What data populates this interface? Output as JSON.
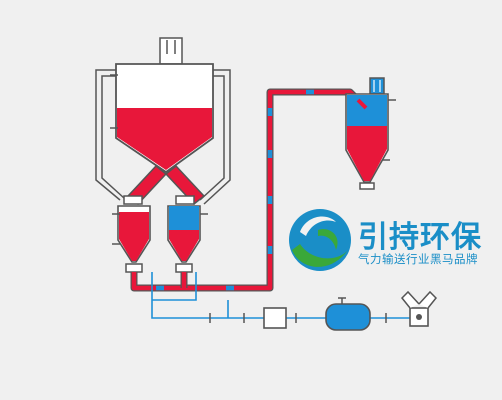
{
  "brand": {
    "title": "引持环保",
    "slogan": "气力输送行业黑马品牌",
    "logo_colors": [
      "#1a8ec7",
      "#3aa83a",
      "#f2f2f2"
    ]
  },
  "colors": {
    "background": "#f0f0f0",
    "material": "#e8173a",
    "air": "#1e90d8",
    "outline": "#555555",
    "vessel_fill": "#ffffff"
  },
  "components": [
    "storage-silo",
    "left-pressure-vessel",
    "right-pressure-vessel",
    "conveying-pipeline",
    "receiving-bin",
    "air-filter",
    "air-receiver-tank",
    "compressor"
  ],
  "fill_levels": {
    "storage_silo": 0.45,
    "left_vessel": 0.85,
    "right_vessel": 0.35,
    "receiving_bin": 0.45
  }
}
